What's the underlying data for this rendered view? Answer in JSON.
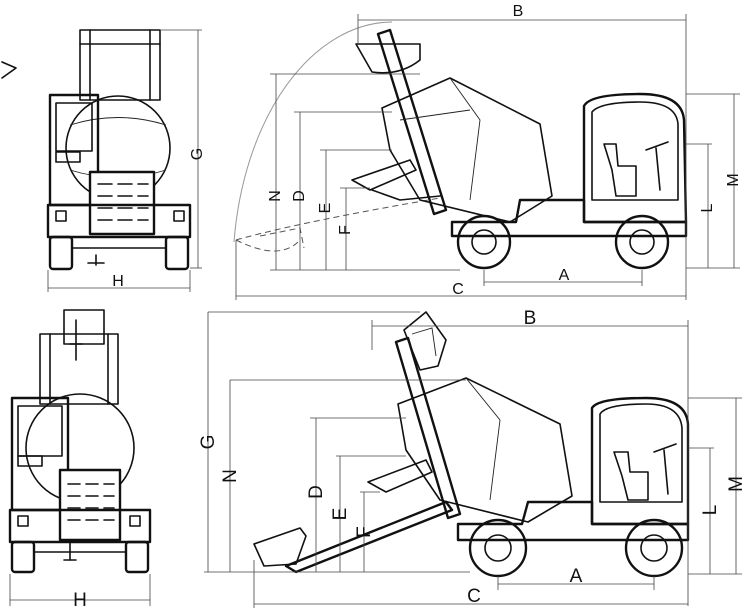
{
  "labels": {
    "top_side": {
      "B": "B",
      "C": "C",
      "A": "A",
      "N": "N",
      "D": "D",
      "E": "E",
      "F": "F",
      "M": "M",
      "L": "L"
    },
    "top_front": {
      "G": "G",
      "H": "H"
    },
    "bottom_side": {
      "B": "B",
      "C": "C",
      "A": "A",
      "G": "G",
      "N": "N",
      "D": "D",
      "E": "E",
      "F": "F",
      "M": "M",
      "L": "L"
    },
    "bottom_front": {
      "H": "H"
    }
  }
}
